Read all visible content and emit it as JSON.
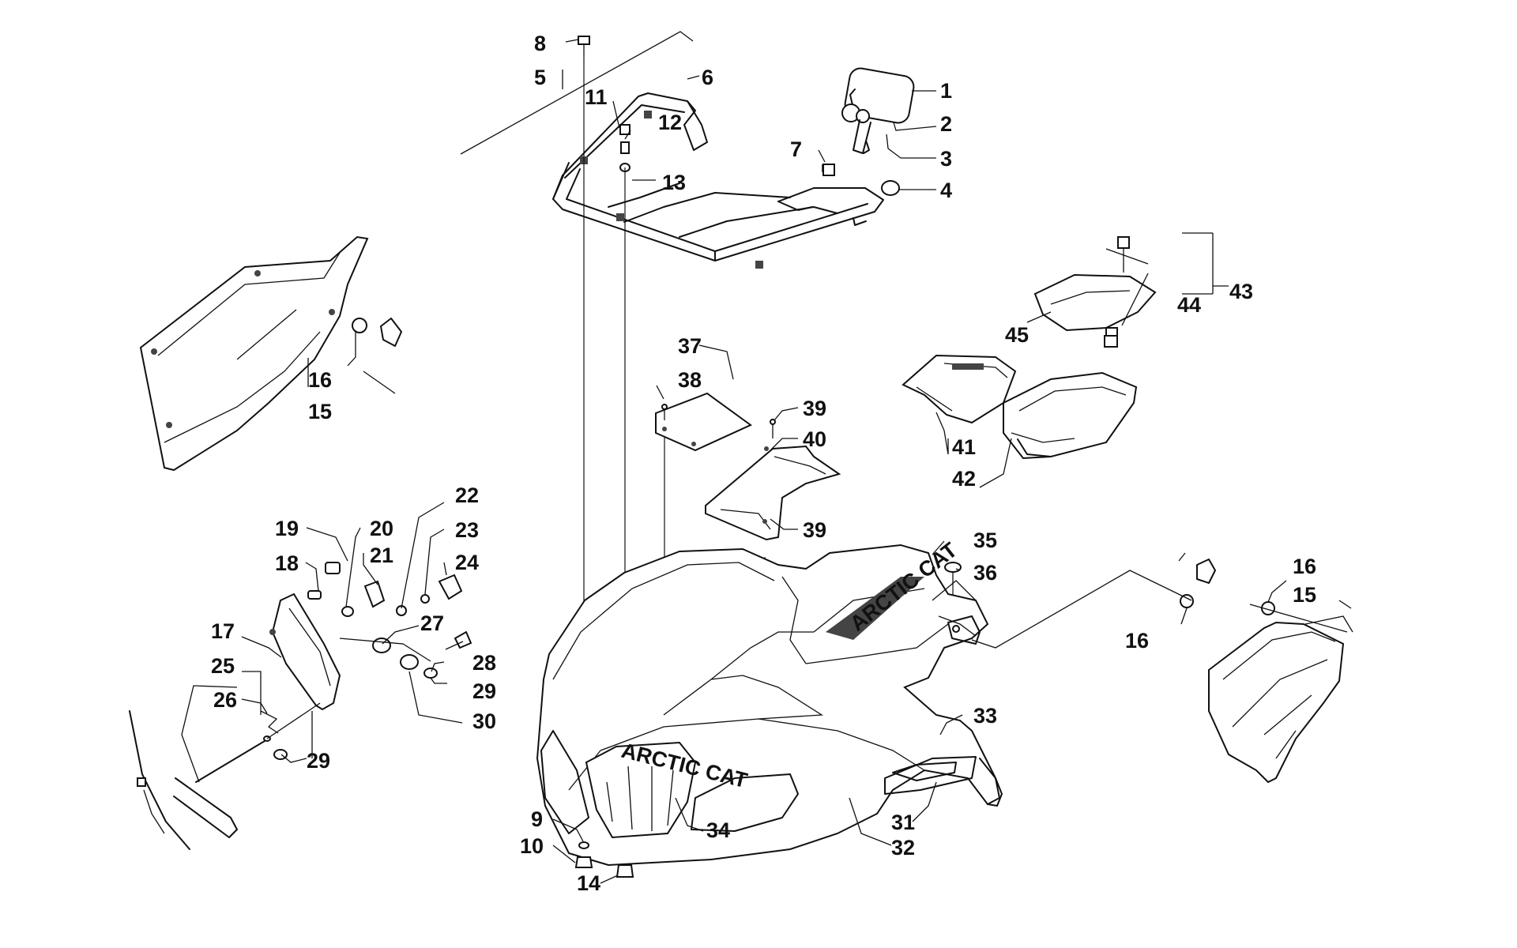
{
  "callouts": {
    "c1": "1",
    "c2": "2",
    "c3": "3",
    "c4": "4",
    "c5": "5",
    "c6": "6",
    "c7": "7",
    "c8": "8",
    "c9": "9",
    "c10": "10",
    "c11": "11",
    "c12": "12",
    "c13": "13",
    "c14": "14",
    "c15a": "15",
    "c15b": "15",
    "c16a": "16",
    "c16b": "16",
    "c16c": "16",
    "c17": "17",
    "c18": "18",
    "c19": "19",
    "c20": "20",
    "c21": "21",
    "c22": "22",
    "c23": "23",
    "c24": "24",
    "c25": "25",
    "c26": "26",
    "c27": "27",
    "c28": "28",
    "c29a": "29",
    "c29b": "29",
    "c30": "30",
    "c31": "31",
    "c32": "32",
    "c33": "33",
    "c34": "34",
    "c35": "35",
    "c36": "36",
    "c37": "37",
    "c38": "38",
    "c39a": "39",
    "c39b": "39",
    "c40": "40",
    "c41": "41",
    "c42": "42",
    "c43": "43",
    "c44": "44",
    "c45": "45"
  },
  "decals": {
    "side_brand": "ARCTIC CAT",
    "grille_brand": "ARCTIC CAT"
  }
}
